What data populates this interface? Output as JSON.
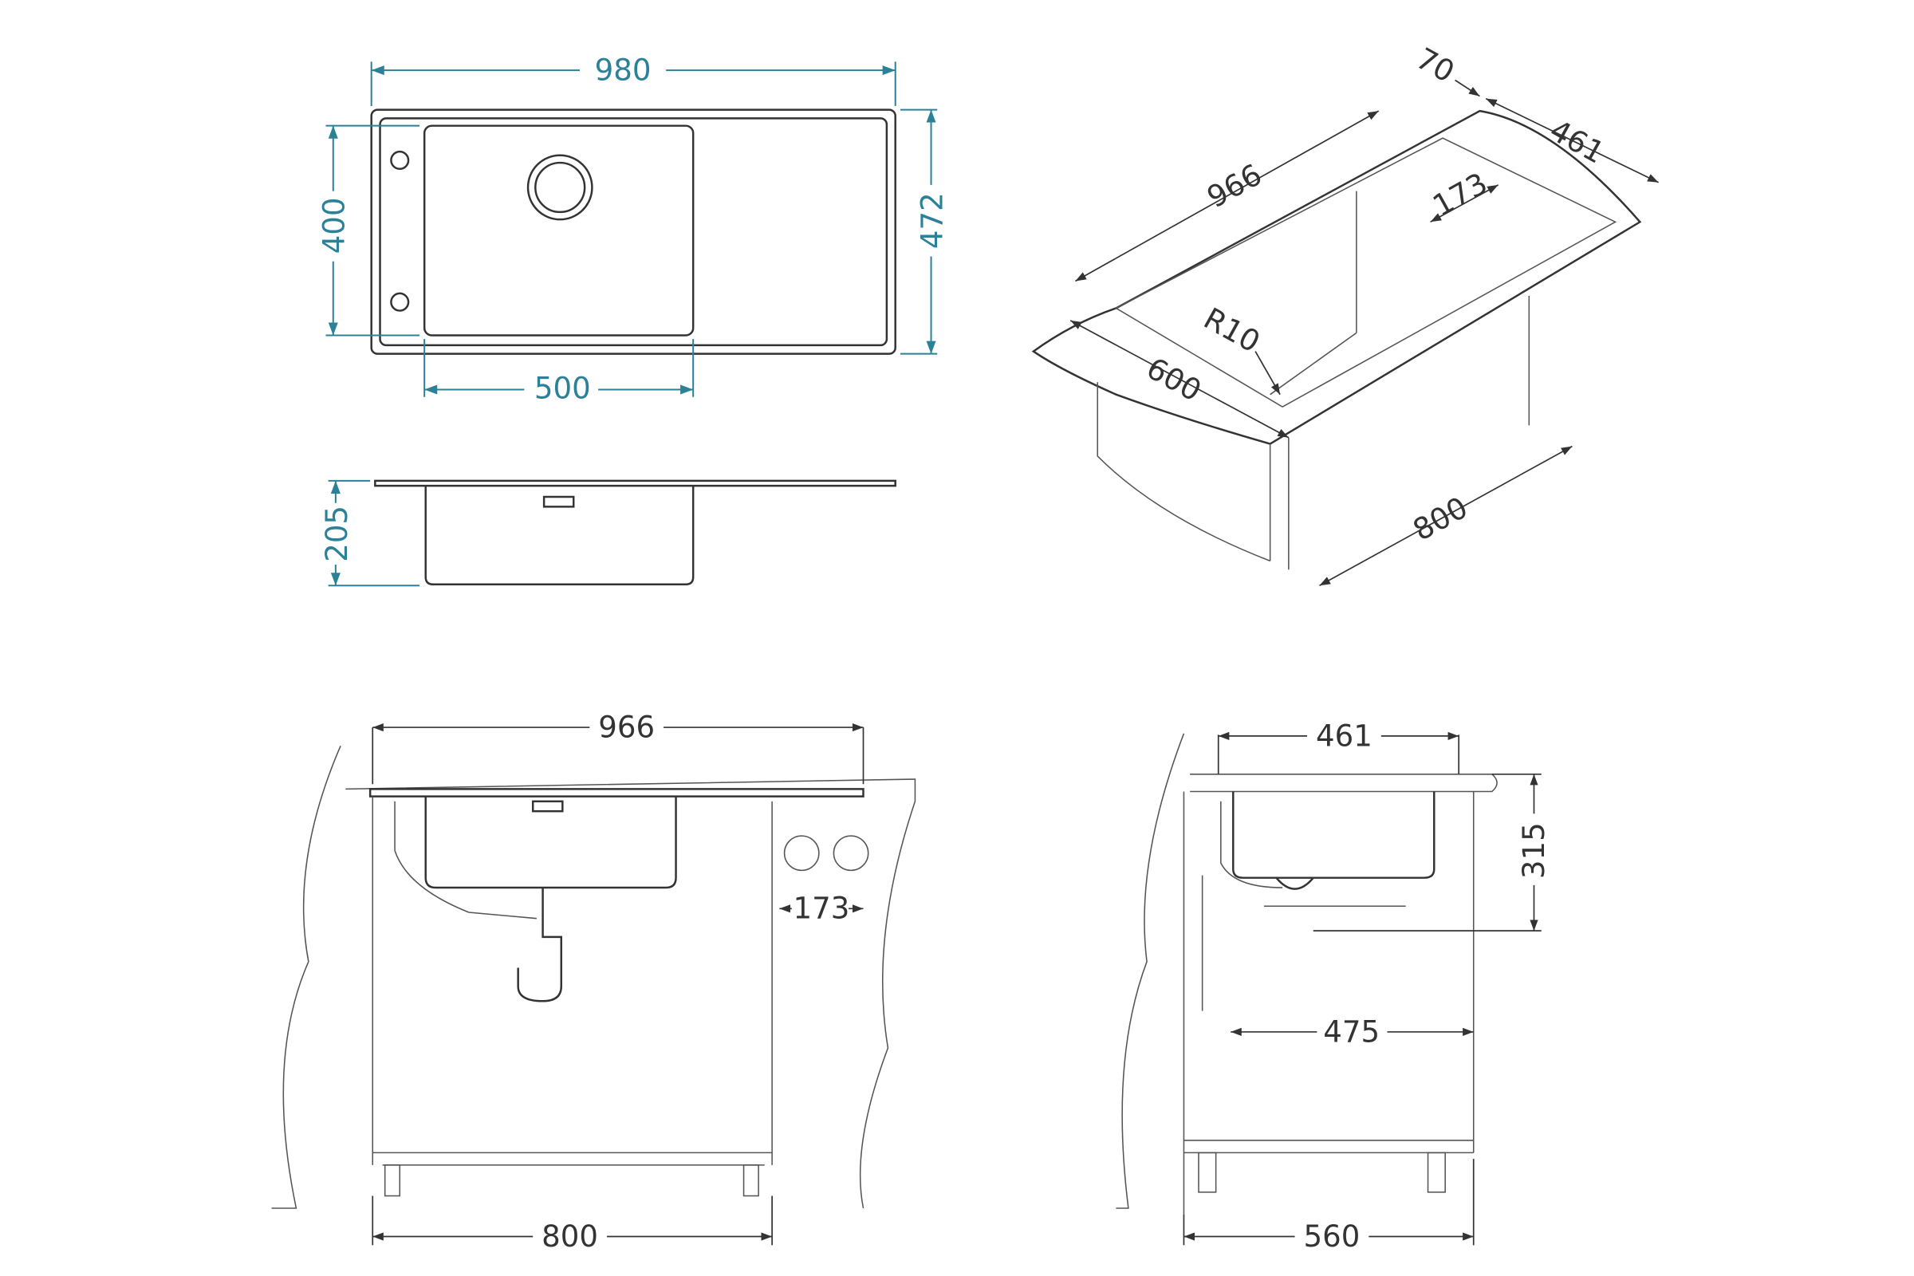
{
  "colors": {
    "dimension_teal": "#2b8198",
    "line": "#333333"
  },
  "top_view": {
    "width": "980",
    "height_outer": "472",
    "bowl_height": "400",
    "bowl_width": "500"
  },
  "side_view": {
    "depth": "205"
  },
  "iso_view": {
    "drainer_length": "966",
    "rim": "70",
    "bowl_depth": "461",
    "drainer_offset": "173",
    "radius": "R10",
    "worktop_depth": "600",
    "cabinet_width": "800"
  },
  "front_install": {
    "width": "966",
    "offset": "173",
    "cabinet": "800"
  },
  "side_install": {
    "width": "461",
    "height": "315",
    "drain_offset": "475",
    "cabinet_depth": "560"
  }
}
